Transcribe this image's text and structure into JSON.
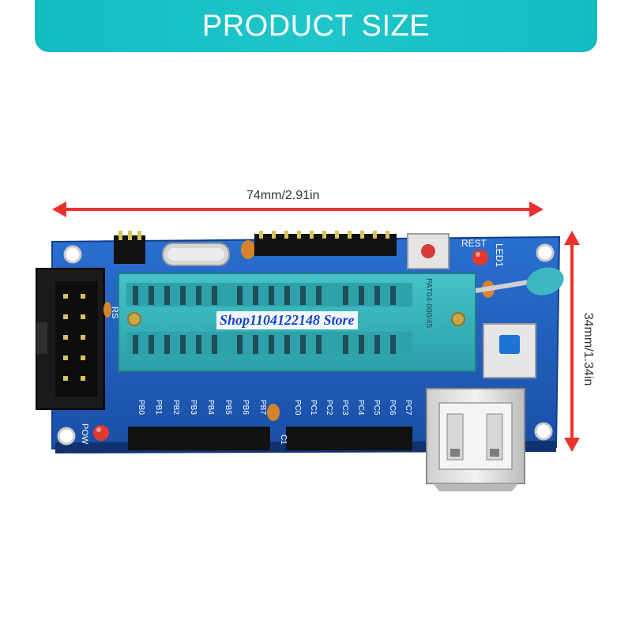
{
  "header": {
    "title": "PRODUCT SIZE"
  },
  "dimensions": {
    "width_label": "74mm/2.91in",
    "height_label": "34mm/1.34in"
  },
  "watermark": {
    "text": "Shop1104122148 Store"
  },
  "board": {
    "labels": {
      "rest": "REST",
      "led1": "LED1",
      "pow": "POW",
      "rs": "RS",
      "c1": "C1",
      "socket": "PAT04-000/45",
      "row_b": [
        "PB0",
        "PB1",
        "PB2",
        "PB3",
        "PB4",
        "PB5",
        "PB6",
        "PB7"
      ],
      "row_c": [
        "PC0",
        "PC1",
        "PC2",
        "PC3",
        "PC4",
        "PC5",
        "PC6",
        "PC7"
      ]
    },
    "colors": {
      "pcb": "#1f5fbf",
      "socket": "#3bb6bf",
      "arrow": "#e8322e",
      "header_accent": "#12bcc0"
    }
  }
}
